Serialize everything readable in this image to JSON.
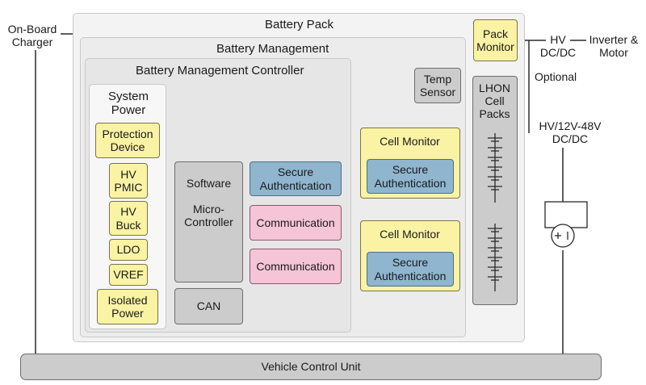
{
  "battery_pack": {
    "title": "Battery Pack"
  },
  "battery_management": {
    "title": "Battery Management"
  },
  "bmc": {
    "title": "Battery Management Controller"
  },
  "system_power": {
    "title": "System\nPower",
    "items": {
      "protection_device": "Protection\nDevice",
      "hv_pmic": "HV\nPMIC",
      "hv_buck": "HV\nBuck",
      "ldo": "LDO",
      "vref": "VREF",
      "isolated_power": "Isolated\nPower"
    }
  },
  "micro_controller": {
    "software": "Software",
    "label": "Micro-\nController"
  },
  "can": "CAN",
  "secure_auth_main": "Secure\nAuthentication",
  "communication_1": "Communication",
  "communication_2": "Communication",
  "cell_monitor_1": {
    "title": "Cell Monitor",
    "secure_auth": "Secure\nAuthentication"
  },
  "cell_monitor_2": {
    "title": "Cell Monitor",
    "secure_auth": "Secure\nAuthentication"
  },
  "temp_sensor": "Temp\nSensor",
  "lion_cell_packs": "LHON\nCell\nPacks",
  "pack_monitor": "Pack\nMonitor",
  "on_board_charger": "On-Board\nCharger",
  "hv_dcdc": "HV\nDC/DC",
  "inverter_motor": "Inverter &\nMotor",
  "optional": "Optional",
  "hv_12v_48v": "HV/12V-48V\nDC/DC",
  "vehicle_control_unit": "Vehicle Control Unit",
  "colors": {
    "yellow_block": "#fbf3a4",
    "blue_block": "#8fb5cf",
    "pink_block": "#f5c4d6",
    "gray_block": "#cccccc"
  }
}
